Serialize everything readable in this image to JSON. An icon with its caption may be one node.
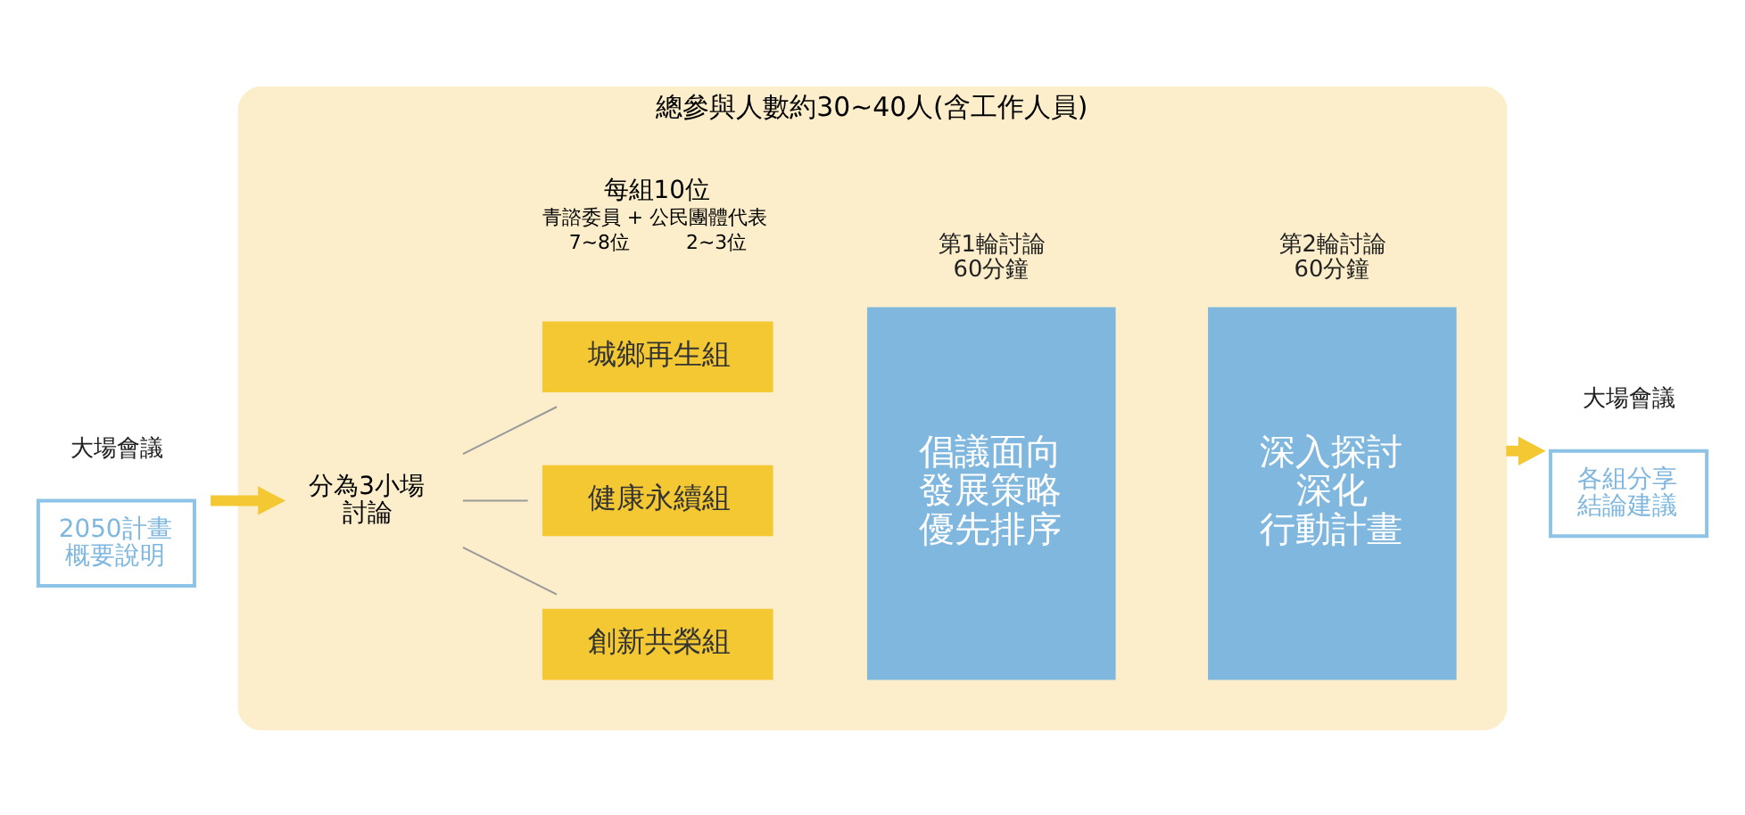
{
  "diagram": {
    "nodes": [
      {
        "text": [
          "2050計畫概要說明"
        ],
        "beside": [
          "大場會議"
        ]
      },
      {
        "text": [
          "總參與人數約30~40人(含工作人員)"
        ]
      },
      {
        "text": [
          "分為3小場討論"
        ],
        "in": 1
      },
      {
        "text": [
          "城鄉再生組"
        ],
        "in": 1
      },
      {
        "text": [
          "健康永續組"
        ],
        "in": 1
      },
      {
        "text": [
          "創新共榮組"
        ],
        "in": 1
      },
      {
        "text": [
          "倡議面向發展策略優先排序"
        ],
        "in": 1,
        "beside": [
          "第1輪討論60分鐘"
        ]
      },
      {
        "text": [
          "深入探討深化行動計畫"
        ],
        "in": 1,
        "beside": [
          "第2輪討論60分鐘"
        ]
      },
      {
        "text": [
          "各組分享結論建議"
        ],
        "beside": [
          "大場會議"
        ]
      }
    ],
    "edges": [
      {
        "from": 0,
        "to": 2,
        "arrow": "to",
        "style": "thick",
        "color": "#f3c832"
      },
      {
        "from": 2,
        "to": 3,
        "arrow": "none"
      },
      {
        "from": 2,
        "to": 4,
        "arrow": "none"
      },
      {
        "from": 2,
        "to": 5,
        "arrow": "none"
      },
      {
        "from": 1,
        "to": 8,
        "arrow": "to",
        "style": "thick",
        "color": "#f3c832"
      }
    ],
    "labels": [
      "每組10位",
      "青諮委員 + 公民團體代表",
      "7~8位",
      "2~3位"
    ]
  }
}
